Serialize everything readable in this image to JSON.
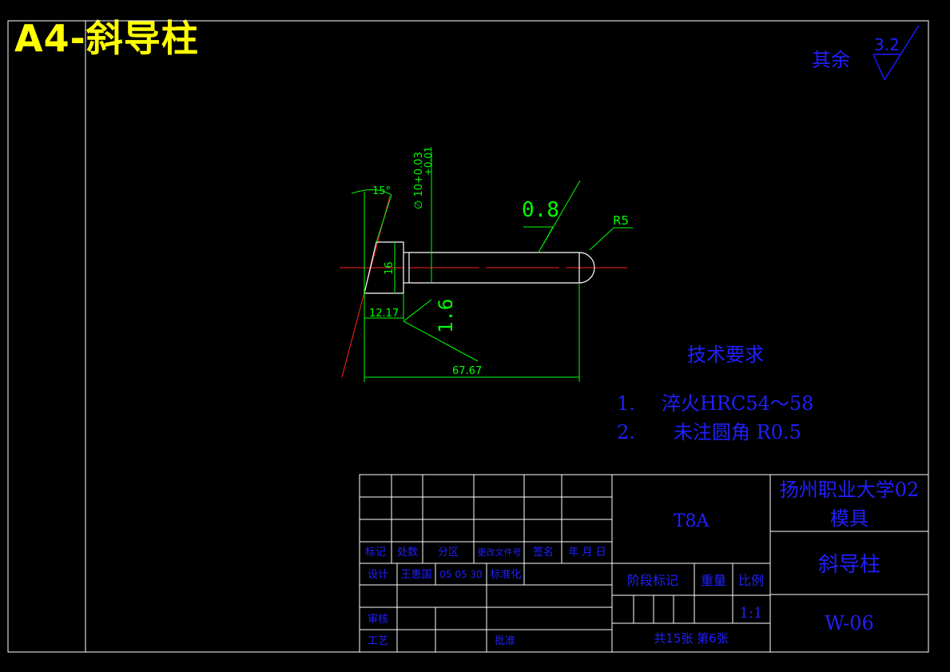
{
  "drawing_title": "A4-斜导柱",
  "surface_note": {
    "label": "其余",
    "value": "3.2"
  },
  "dimensions": {
    "angle": "15°",
    "diameter": "∅ 10+0.03",
    "diameter_lower": "+0.01",
    "roughness_top": "0.8",
    "radius": "R5",
    "head_height": "16",
    "head_offset": "12.17",
    "roughness_bottom": "1.6",
    "overall_length": "67.67"
  },
  "tech": {
    "heading": "技术要求",
    "items": [
      {
        "num": "1.",
        "text": "淬火HRC54～58"
      },
      {
        "num": "2.",
        "text": "未注圆角 R0.5"
      }
    ]
  },
  "title_block": {
    "header_row": [
      "标记",
      "处数",
      "分区",
      "更改文件号",
      "签名",
      "年 月 日"
    ],
    "design_label": "设计",
    "designer": "王恵国",
    "design_date": "05 05 30",
    "standard_label": "标准化",
    "review_label": "审核",
    "process_label": "工艺",
    "approve_label": "批准",
    "material": "T8A",
    "stage_label": "阶段标记",
    "weight_label": "重量",
    "scale_label": "比例",
    "scale": "1:1",
    "sheets": "共15张 第6张",
    "school_line1": "扬州职业大学02",
    "school_line2": "模具",
    "part_name": "斜导柱",
    "drawing_no": "W-06"
  }
}
